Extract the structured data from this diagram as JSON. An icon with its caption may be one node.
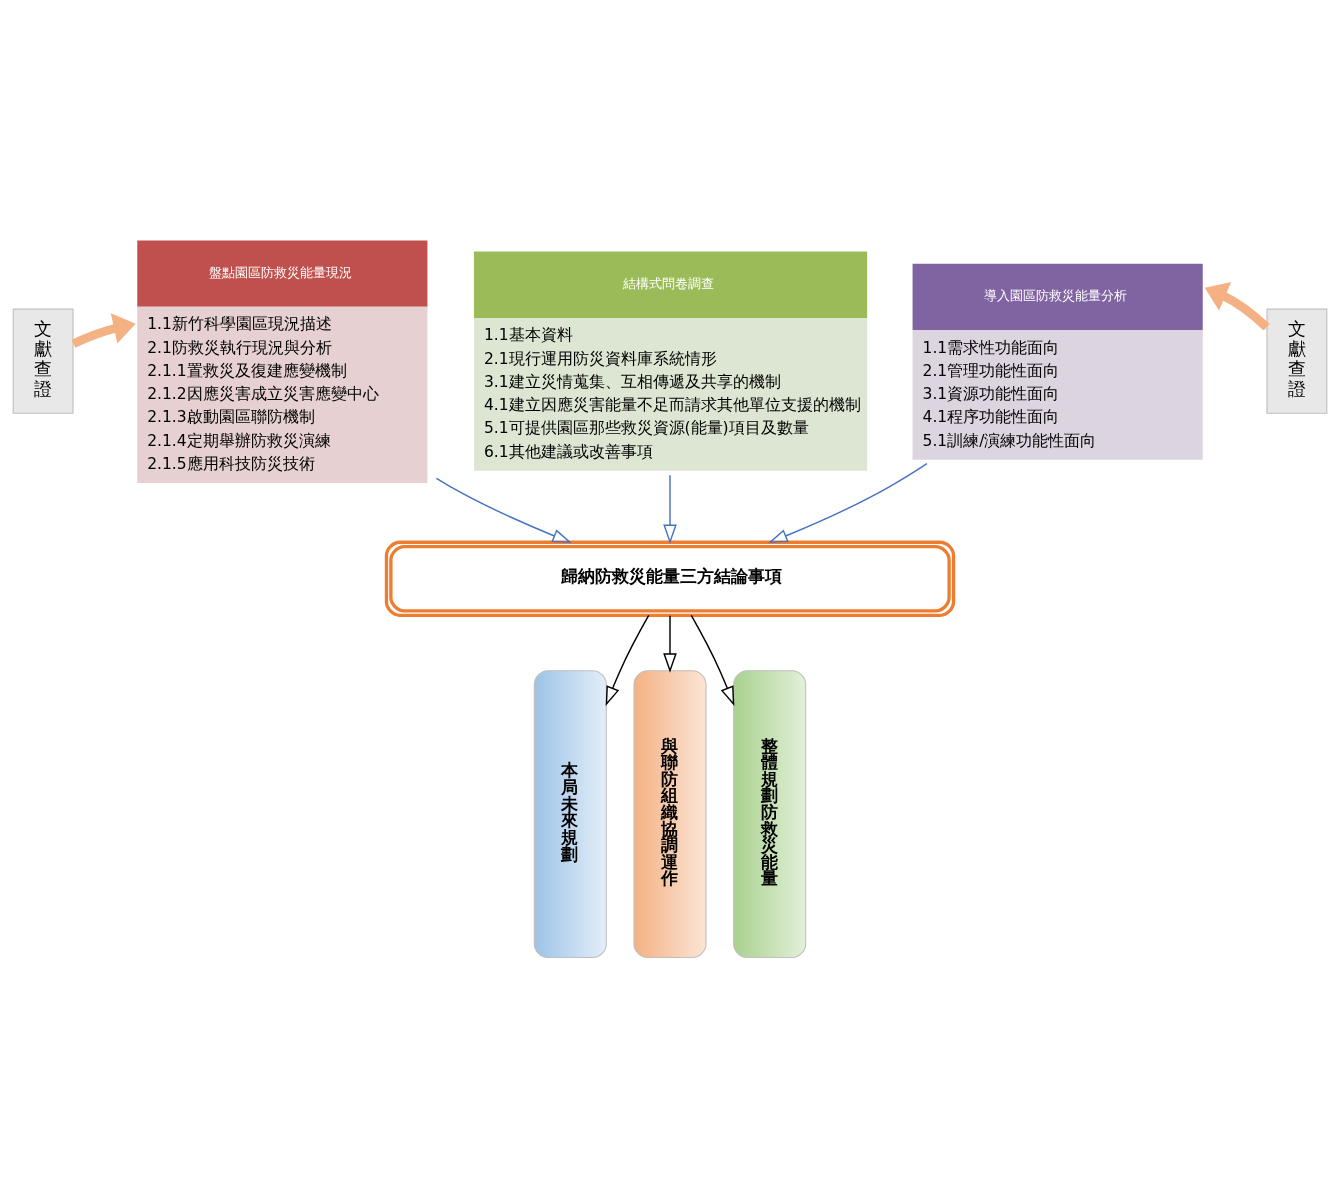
{
  "diagram": {
    "nodes": [
      {
        "text": [
          "文獻查證"
        ]
      },
      {
        "text": [
          "盤點園區防救災能量現況",
          "1.1新竹科學園區現況描述",
          "2.1防救災執行現況與分析",
          "2.1.1置救災及復建應變機制",
          "2.1.2因應災害成立災害應變中心",
          "2.1.3啟動園區聯防機制",
          "2.1.4定期舉辦防救災演練",
          "2.1.5應用科技防災技術"
        ]
      },
      {
        "text": [
          "結構式問卷調查",
          "1.1基本資料",
          "2.1現行運用防災資料庫系統情形",
          "3.1建立災情蒐集、互相傳遞及共享的機制",
          "4.1建立因應災害能量不足而請求其他單位支援的機制",
          "5.1可提供園區那些救災資源(能量)項目及數量",
          "6.1其他建議或改善事項"
        ]
      },
      {
        "text": [
          "導入園區防救災能量分析",
          "1.1需求性功能面向",
          "2.1管理功能性面向",
          "3.1資源功能性面向",
          "4.1程序功能性面向",
          "5.1訓練/演練功能性面向"
        ]
      },
      {
        "text": [
          "文獻查證"
        ]
      },
      {
        "text": [
          "歸納防救災能量三方結論事項"
        ]
      },
      {
        "text": [
          "本局未來規劃"
        ]
      },
      {
        "text": [
          "與聯防組織協調運作"
        ]
      },
      {
        "text": [
          "整體規劃防救災能量"
        ]
      }
    ],
    "edges": [
      {
        "from": 0,
        "to": 1,
        "arrow": "to",
        "style": "thick",
        "color": "#f4b183"
      },
      {
        "from": 4,
        "to": 3,
        "arrow": "to",
        "style": "thick",
        "color": "#f4b183"
      },
      {
        "from": 1,
        "to": 5,
        "arrow": "to",
        "color": "#4472c4"
      },
      {
        "from": 2,
        "to": 5,
        "arrow": "to",
        "color": "#4472c4"
      },
      {
        "from": 3,
        "to": 5,
        "arrow": "to",
        "color": "#4472c4"
      },
      {
        "from": 5,
        "to": 6,
        "arrow": "to",
        "color": "#000000"
      },
      {
        "from": 5,
        "to": 7,
        "arrow": "to",
        "color": "#000000"
      },
      {
        "from": 5,
        "to": 8,
        "arrow": "to",
        "color": "#000000"
      }
    ]
  }
}
